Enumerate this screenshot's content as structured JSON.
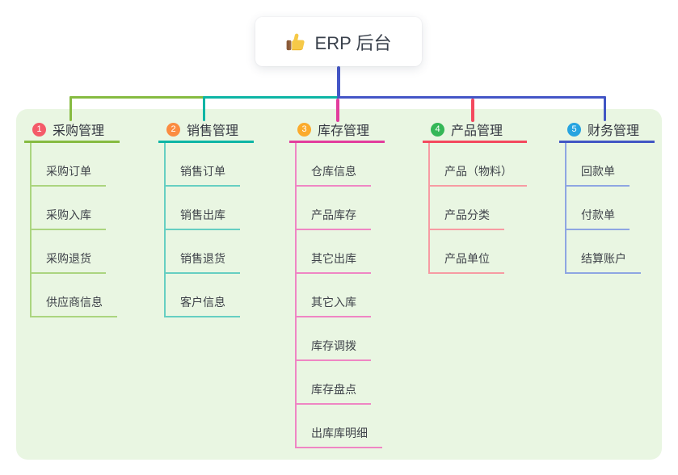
{
  "root": {
    "label": "ERP 后台",
    "icon": "thumbs-up-icon",
    "connector_color": "#4456c7",
    "text_color": "#3a414c"
  },
  "panel_color": "#e9f6e2",
  "branches": [
    {
      "index": "1",
      "label": "采购管理",
      "badge_color": "#f45b69",
      "line_color": "#86bb41",
      "child_line_color": "#abd57f",
      "children": [
        "采购订单",
        "采购入库",
        "采购退货",
        "供应商信息"
      ]
    },
    {
      "index": "2",
      "label": "销售管理",
      "badge_color": "#fb8c41",
      "line_color": "#0db5a5",
      "child_line_color": "#66cfc2",
      "children": [
        "销售订单",
        "销售出库",
        "销售退货",
        "客户信息"
      ]
    },
    {
      "index": "3",
      "label": "库存管理",
      "badge_color": "#fbab2c",
      "line_color": "#e23d9d",
      "child_line_color": "#ef86c4",
      "children": [
        "仓库信息",
        "产品库存",
        "其它出库",
        "其它入库",
        "库存调拨",
        "库存盘点",
        "出库库明细"
      ]
    },
    {
      "index": "4",
      "label": "产品管理",
      "badge_color": "#35b757",
      "line_color": "#f4495e",
      "child_line_color": "#f79ba3",
      "children": [
        "产品（物料）",
        "产品分类",
        "产品单位"
      ]
    },
    {
      "index": "5",
      "label": "财务管理",
      "badge_color": "#27a4e0",
      "line_color": "#4156c4",
      "child_line_color": "#8ea6e2",
      "children": [
        "回款单",
        "付款单",
        "结算账户"
      ]
    }
  ]
}
